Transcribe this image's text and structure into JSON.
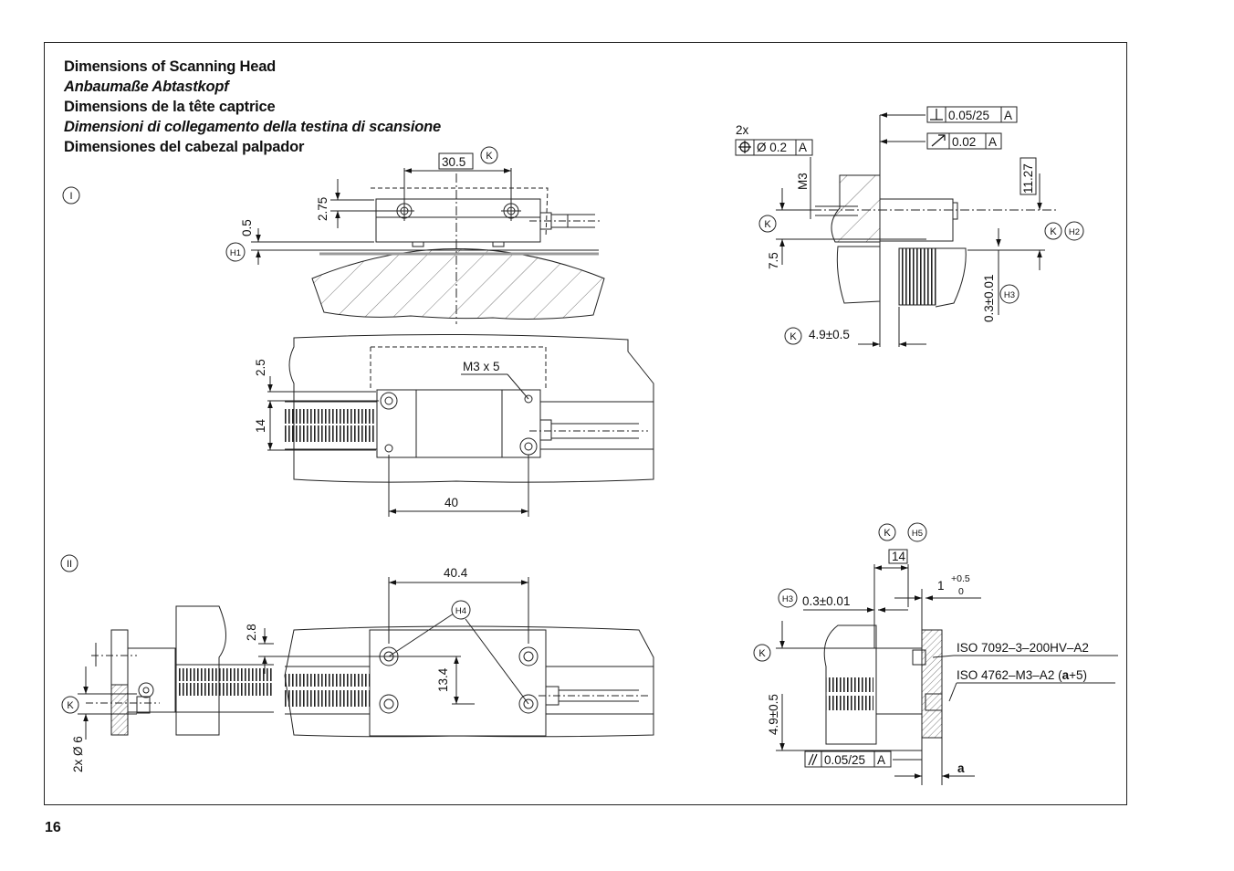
{
  "titles": [
    "Dimensions of Scanning Head",
    "Anbaumaße Abtastkopf",
    "Dimensions de la tête captrice",
    "Dimensioni di collegamento della testina di scansione",
    "Dimensiones del cabezal palpador"
  ],
  "page_number": "16",
  "view_labels": {
    "one": "I",
    "two": "II"
  },
  "refs": {
    "K": "K",
    "H1": "H1",
    "H2": "H2",
    "H3": "H3",
    "H4": "H4",
    "H5": "H5"
  },
  "dims_top": {
    "d30_5": "30.5",
    "d2_75": "2.75",
    "d0_5": "0.5",
    "d2_5": "2.5",
    "d14": "14",
    "m3x5": "M3 x 5",
    "d40": "40"
  },
  "dims_right_top": {
    "twox": "2x",
    "pos_tol": "Ø 0.2",
    "datum_a": "A",
    "perp_tol": "0.05/25",
    "runout_tol": "0.02",
    "m3": "M3",
    "d11_27": "11.27",
    "d7_5": "7.5",
    "d0_3": "0.3±0.01",
    "d4_9": "4.9±0.5"
  },
  "dims_bottom": {
    "d40_4": "40.4",
    "d2_8": "2.8",
    "d13_4": "13.4",
    "hole": "2x Ø 6"
  },
  "dims_right_bottom": {
    "d14": "14",
    "d0_3": "0.3±0.01",
    "one": "1",
    "tol_plus": "+0.5",
    "tol_zero": "0",
    "iso1": "ISO 7092–3–200HV–A2",
    "iso2_pre": "ISO 4762–M3–A2 (",
    "iso2_a": "a",
    "iso2_post": "+5)",
    "d4_9": "4.9±0.5",
    "par_tol": "0.05/25",
    "datum_a": "A",
    "a": "a"
  }
}
